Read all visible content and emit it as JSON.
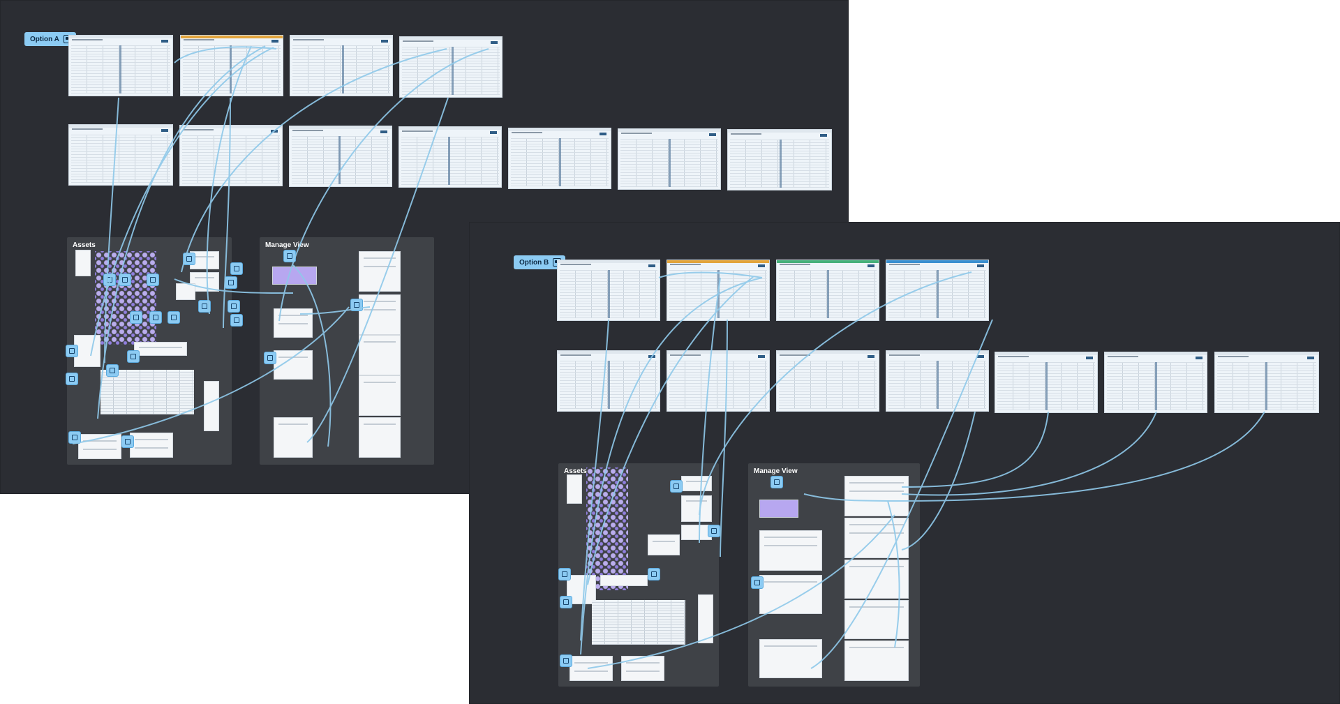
{
  "option_a": {
    "label": "Option A",
    "icon": "frame-icon"
  },
  "option_b": {
    "label": "Option B",
    "icon": "frame-icon"
  },
  "panels": {
    "assets_a": "Assets",
    "manage_view_a": "Manage View",
    "assets_b": "Assets",
    "manage_view_b": "Manage View"
  },
  "colors": {
    "canvas": "#2b2d33",
    "connector": "#8fc9ea",
    "node": "#8ccbf3",
    "cluster": "#b6a2ff",
    "background": "#ffffff"
  }
}
